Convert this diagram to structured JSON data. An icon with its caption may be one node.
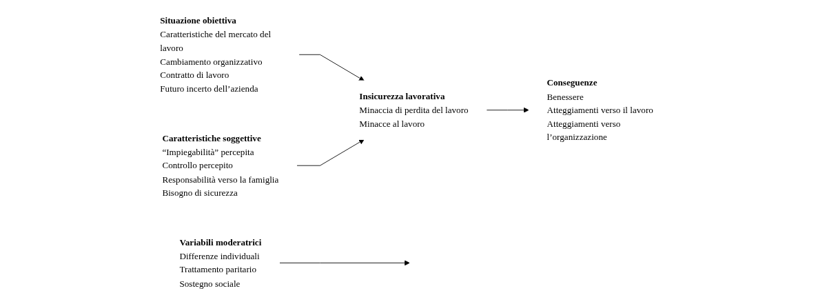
{
  "diagram": {
    "nodes": [
      {
        "text": [
          "Situazione obiettiva",
          "Caratteristiche del mercato del lavoro",
          "Cambiamento organizzativo",
          "Contratto di lavoro",
          "Futuro incerto dell’azienda"
        ]
      },
      {
        "text": [
          "Variabili moderatrici",
          "Differenze individuali",
          "Trattamento paritario",
          "Sostegno sociale"
        ]
      },
      {
        "text": [
          "Insicurezza lavorativa",
          "Minaccia di perdita del lavoro",
          "Minacce al lavoro"
        ]
      },
      {
        "text": [
          "Conseguenze",
          "Benessere",
          "Atteggiamenti verso il lavoro",
          "Atteggiamenti verso l’organizzazione"
        ]
      },
      {
        "text": [
          "Caratteristiche soggettive",
          "“Impiegabilità” percepita",
          "Controllo percepito",
          "Responsabilità verso la famiglia",
          "Bisogno di sicurezza"
        ]
      }
    ],
    "edges": [
      {
        "from": 0,
        "to": 2,
        "arrow": "to"
      },
      {
        "from": 1,
        "to": null,
        "arrow": "to"
      },
      {
        "from": 2,
        "to": 3,
        "arrow": "to"
      },
      {
        "from": 4,
        "to": 2,
        "arrow": "to"
      }
    ]
  }
}
